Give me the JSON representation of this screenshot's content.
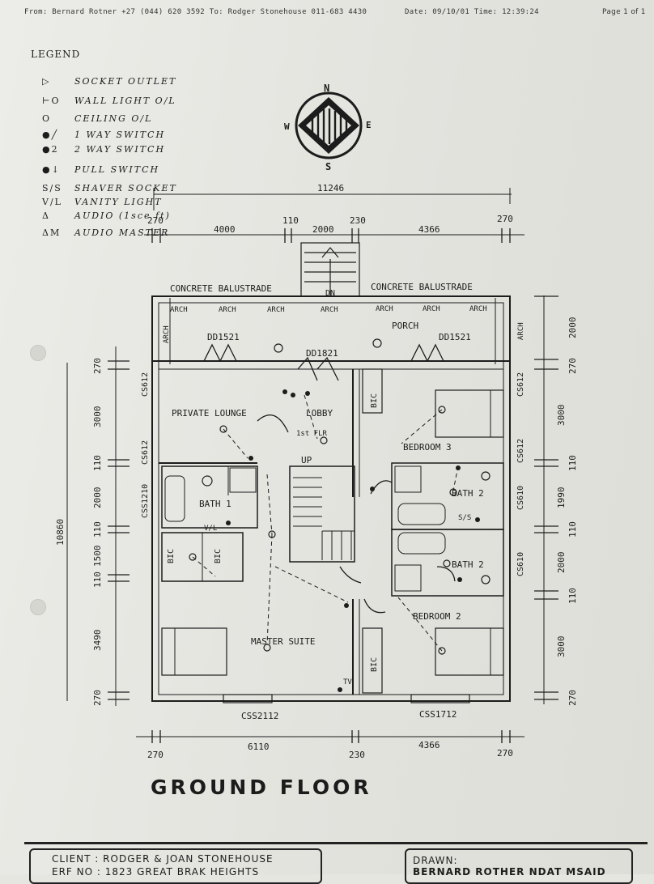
{
  "fax": {
    "from": "From: Bernard Rotner +27 (044) 620 3592 To: Rodger Stonehouse 011-683 4430",
    "date": "Date: 09/10/01 Time: 12:39:24",
    "page": "Page 1 of 1"
  },
  "legend": {
    "title": "LEGEND",
    "items": [
      {
        "symbol": "▷",
        "label": "SOCKET OUTLET"
      },
      {
        "symbol": "⊢O",
        "label": "WALL LIGHT O/L"
      },
      {
        "symbol": "O",
        "label": "CEILING O/L"
      },
      {
        "symbol": "●╱",
        "label": "1 WAY SWITCH"
      },
      {
        "symbol": "●2",
        "label": "2 WAY SWITCH"
      },
      {
        "symbol": "●↓",
        "label": "PULL SWITCH"
      },
      {
        "symbol": "S/S",
        "label": "SHAVER SOCKET"
      },
      {
        "symbol": "V/L",
        "label": "VANITY LIGHT"
      },
      {
        "symbol": "Δ",
        "label": "AUDIO (1sce ft)"
      },
      {
        "symbol": "ΔM",
        "label": "AUDIO MASTER"
      }
    ]
  },
  "compass": {
    "n": "N",
    "s": "S",
    "e": "E",
    "w": "W"
  },
  "dimensions": {
    "overall_width": "11246",
    "overall_height": "10860",
    "top": [
      "270",
      "4000",
      "110",
      "2000",
      "230",
      "4366",
      "270"
    ],
    "bottom": [
      "270",
      "6110",
      "230",
      "4366",
      "270"
    ],
    "left": [
      "270",
      "3000",
      "110",
      "2000",
      "110",
      "1500",
      "110",
      "3490",
      "270"
    ],
    "right": [
      "2000",
      "270",
      "3000",
      "110",
      "1990",
      "110",
      "2000",
      "110",
      "3000",
      "270"
    ]
  },
  "labels": {
    "balustrade_left": "CONCRETE BALUSTRADE",
    "balustrade_right": "CONCRETE BALUSTRADE",
    "dn": "DN",
    "arch": "ARCH",
    "porch": "PORCH",
    "dd1521_left": "DD1521",
    "dd1521_right": "DD1521",
    "dd1821": "DD1821",
    "private_lounge": "PRIVATE LOUNGE",
    "lobby": "LOBBY",
    "first_flr": "1st FLR",
    "up": "UP",
    "bedroom3": "BEDROOM 3",
    "bath1": "BATH 1",
    "bath2a": "BATH 2",
    "bath2b": "BATH 2",
    "bedroom2": "BEDROOM 2",
    "master_suite": "MASTER SUITE",
    "bic": "BIC",
    "ss": "S/S",
    "vl": "V/L",
    "tv": "TV",
    "cs612": "CS612",
    "css1210": "CSS1210",
    "cs610": "CS610",
    "css2112": "CSS2112",
    "css1712": "CSS1712"
  },
  "title": "GROUND FLOOR",
  "title_block": {
    "client": "CLIENT  :  RODGER & JOAN STONEHOUSE",
    "erf": "ERF NO  :  1823 GREAT BRAK HEIGHTS",
    "drawn": "DRAWN:",
    "drawn_by": "BERNARD ROTHER  NDAT  MSAID"
  }
}
